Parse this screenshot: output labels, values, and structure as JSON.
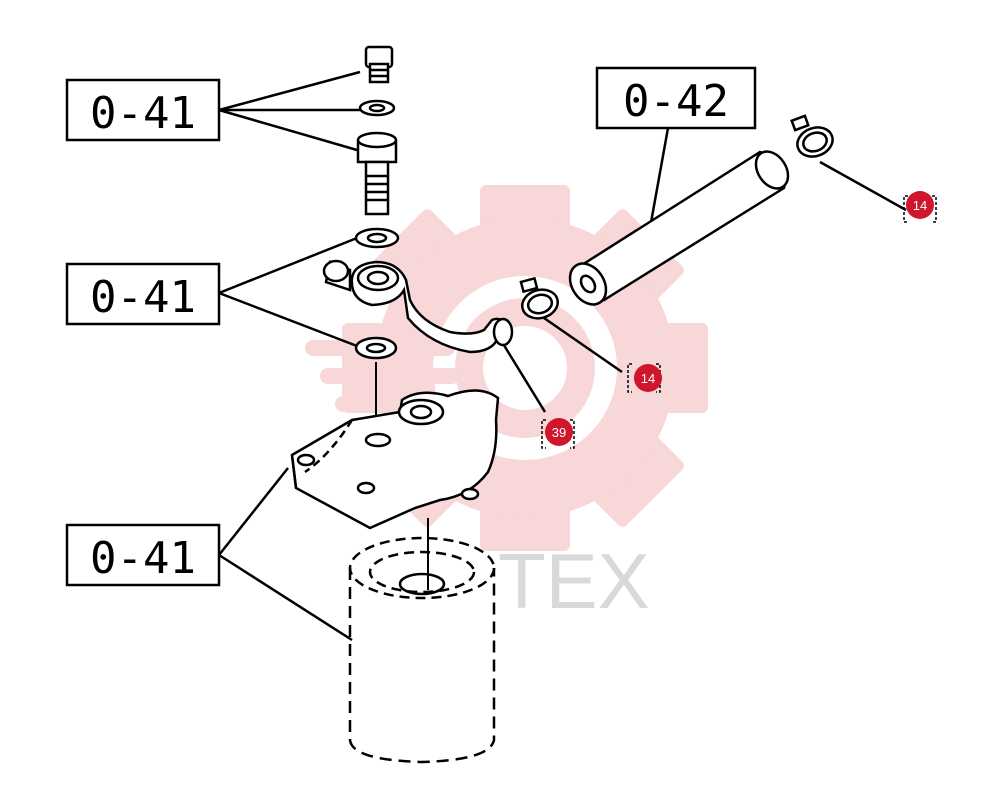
{
  "diagram": {
    "colors": {
      "badge": "#d0162c",
      "line": "#000000",
      "watermark_gear": "#f7d3d3",
      "watermark_text": "#d9d9d9"
    },
    "reference_boxes": [
      {
        "label": "0-41"
      },
      {
        "label": "0-41"
      },
      {
        "label": "0-41"
      },
      {
        "label": "0-42"
      }
    ],
    "part_badges": [
      {
        "number": "14"
      },
      {
        "number": "14"
      },
      {
        "number": "39"
      }
    ],
    "watermark": {
      "text": "TEX",
      "icon": "gear-logo-icon"
    }
  }
}
